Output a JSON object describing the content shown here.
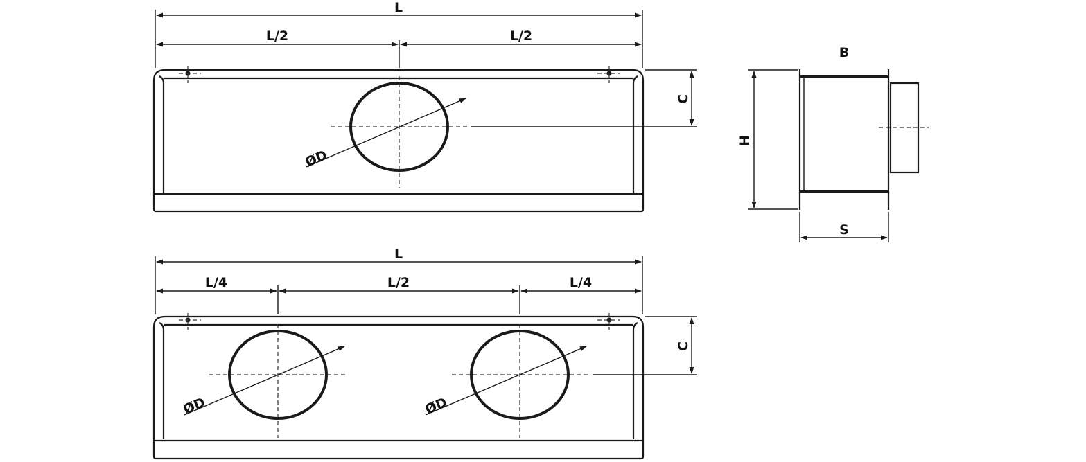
{
  "labels": {
    "top_L": "L",
    "top_L2_left": "L/2",
    "top_L2_right": "L/2",
    "top_C": "C",
    "top_D": "ØD",
    "side_B": "B",
    "side_H": "H",
    "side_S": "S",
    "bottom_L": "L",
    "bottom_L4_left": "L/4",
    "bottom_L2": "L/2",
    "bottom_L4_right": "L/4",
    "bottom_C": "C",
    "bottom_D_left": "ØD",
    "bottom_D_right": "ØD"
  },
  "colors": {
    "line": "#1a1a1a",
    "background": "#ffffff"
  }
}
